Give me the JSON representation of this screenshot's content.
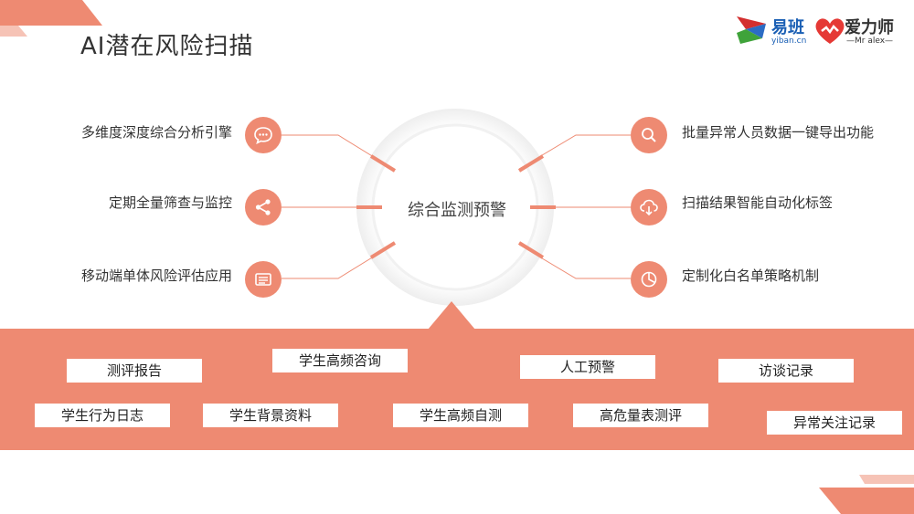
{
  "title": "AI潜在风险扫描",
  "logo": {
    "brand1": "易班",
    "brand1_sub": "yiban.cn",
    "brand2": "爱力师",
    "brand2_sub": "—Mr alex—"
  },
  "center": {
    "label": "综合监测预警"
  },
  "left_features": [
    {
      "label": "多维度深度综合分析引擎",
      "icon": "chat-bubble-icon"
    },
    {
      "label": "定期全量筛查与监控",
      "icon": "share-icon"
    },
    {
      "label": "移动端单体风险评估应用",
      "icon": "list-card-icon"
    }
  ],
  "right_features": [
    {
      "label": "批量异常人员数据一键导出功能",
      "icon": "search-icon"
    },
    {
      "label": "扫描结果智能自动化标签",
      "icon": "cloud-download-icon"
    },
    {
      "label": "定制化白名单策略机制",
      "icon": "pie-chart-icon"
    }
  ],
  "tags": [
    "测评报告",
    "学生高频咨询",
    "人工预警",
    "访谈记录",
    "学生行为日志",
    "学生背景资料",
    "学生高频自测",
    "高危量表测评",
    "异常关注记录"
  ],
  "colors": {
    "accent": "#ee8a72",
    "text": "#333333"
  }
}
